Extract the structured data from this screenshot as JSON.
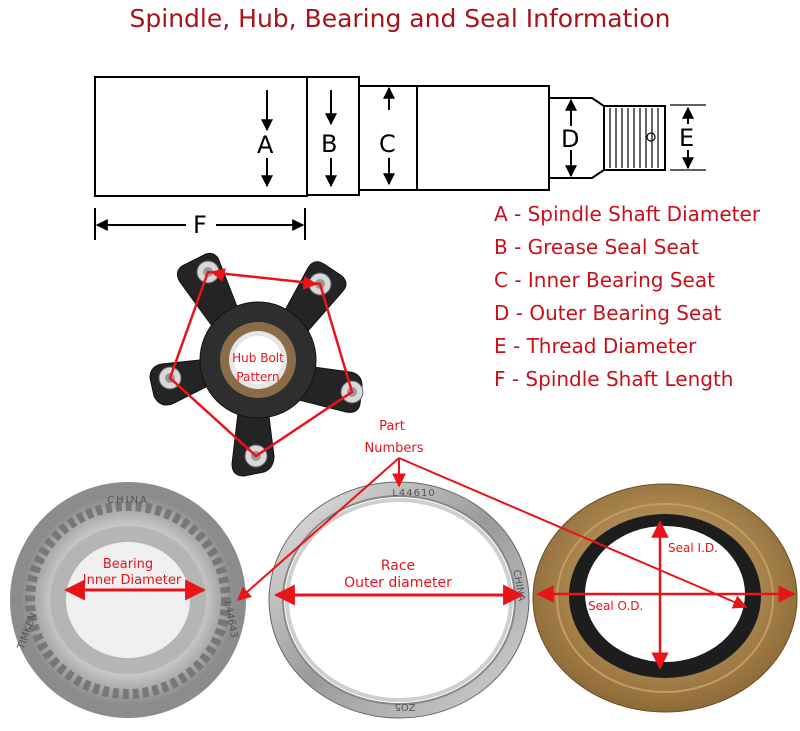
{
  "title": "Spindle, Hub, Bearing and Seal Information",
  "spindle": {
    "letters": [
      "A",
      "B",
      "C",
      "D",
      "E",
      "F"
    ]
  },
  "legend": [
    "A - Spindle Shaft Diameter",
    "B - Grease Seal Seat",
    "C - Inner Bearing Seat",
    "D - Outer Bearing Seat",
    "E - Thread Diameter",
    "F - Spindle Shaft Length"
  ],
  "hub": {
    "label_line1": "Hub Bolt",
    "label_line2": "Pattern"
  },
  "parts": {
    "part_numbers_line1": "Part",
    "part_numbers_line2": "Numbers",
    "bearing_line1": "Bearing",
    "bearing_line2": "Inner Diameter",
    "race_line1": "Race",
    "race_line2": "Outer diameter",
    "seal_id": "Seal I.D.",
    "seal_od": "Seal O.D.",
    "bearing_stamp_china": "CHINA",
    "bearing_stamp_number": "L44643",
    "bearing_stamp_brand": "TIMKEN",
    "race_stamp_number": "L44610",
    "race_stamp_china": "CHINA",
    "race_stamp_code": "ZO5"
  },
  "colors": {
    "title": "#a8141c",
    "annotation": "#e8141a",
    "seal_rubber": "#b08a50"
  }
}
